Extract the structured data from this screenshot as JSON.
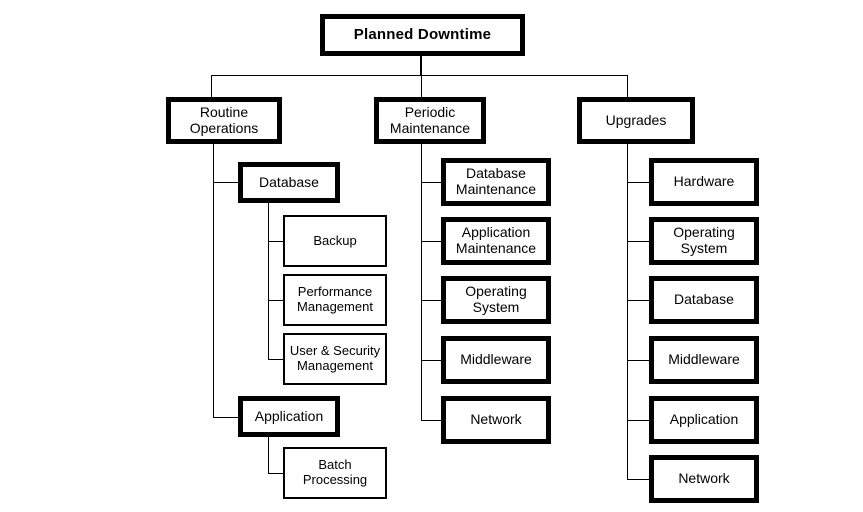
{
  "diagram": {
    "title": "Planned Downtime",
    "type": "hierarchical-tree-org-chart",
    "root": {
      "label": "Planned Downtime",
      "level": 1
    },
    "branches": [
      {
        "id": "routine-operations",
        "label": "Routine\nOperations",
        "level": 2,
        "children": [
          {
            "id": "routine-database",
            "label": "Database",
            "level": 3,
            "children": [
              {
                "id": "backup",
                "label": "Backup",
                "level": 4
              },
              {
                "id": "performance-management",
                "label": "Performance\nManagement",
                "level": 4
              },
              {
                "id": "user-security-management",
                "label": "User & Security\nManagement",
                "level": 4
              }
            ]
          },
          {
            "id": "routine-application",
            "label": "Application",
            "level": 3,
            "children": [
              {
                "id": "batch-processing",
                "label": "Batch\nProcessing",
                "level": 4
              }
            ]
          }
        ]
      },
      {
        "id": "periodic-maintenance",
        "label": "Periodic\nMaintenance",
        "level": 2,
        "children": [
          {
            "id": "database-maintenance",
            "label": "Database\nMaintenance",
            "level": 3
          },
          {
            "id": "application-maintenance",
            "label": "Application\nMaintenance",
            "level": 3
          },
          {
            "id": "pm-operating-system",
            "label": "Operating\nSystem",
            "level": 3
          },
          {
            "id": "pm-middleware",
            "label": "Middleware",
            "level": 3
          },
          {
            "id": "pm-network",
            "label": "Network",
            "level": 3
          }
        ]
      },
      {
        "id": "upgrades",
        "label": "Upgrades",
        "level": 2,
        "children": [
          {
            "id": "up-hardware",
            "label": "Hardware",
            "level": 3
          },
          {
            "id": "up-operating-system",
            "label": "Operating\nSystem",
            "level": 3
          },
          {
            "id": "up-database",
            "label": "Database",
            "level": 3
          },
          {
            "id": "up-middleware",
            "label": "Middleware",
            "level": 3
          },
          {
            "id": "up-application",
            "label": "Application",
            "level": 3
          },
          {
            "id": "up-network",
            "label": "Network",
            "level": 3
          }
        ]
      }
    ],
    "colors": {
      "background": "#ffffff",
      "box_fill": "#ffffff",
      "stroke": "#000000",
      "text": "#000000"
    }
  }
}
